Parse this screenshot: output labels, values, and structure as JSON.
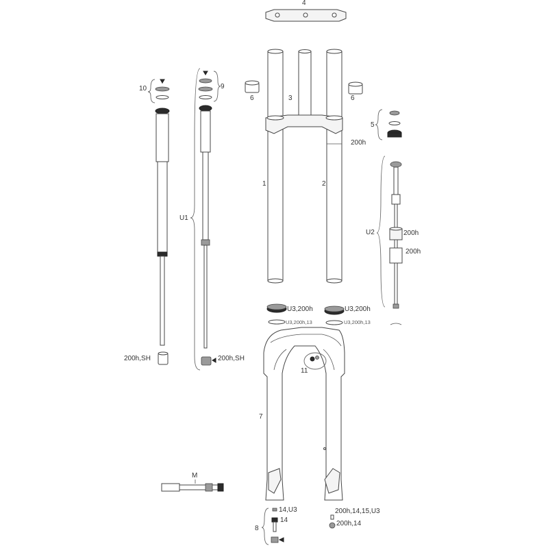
{
  "callouts": {
    "c4": "4",
    "c10": "10",
    "c9": "9",
    "c6_left": "6",
    "c6_right": "6",
    "c3": "3",
    "c5": "5",
    "c200h_crown": "200h",
    "c1": "1",
    "c2": "2",
    "cU1": "U1",
    "cU2": "U2",
    "c200h_u2a": "200h",
    "c200h_u2b": "200h",
    "cU3_left": "U3,200h",
    "cU3_right": "U3,200h",
    "cU3_13_left": "U3,200h,13",
    "cU3_13_right": "U3,200h,13",
    "c200hSH_left": "200h,SH",
    "c200hSH_right": "200h,SH",
    "c11": "11",
    "c7": "7",
    "cM": "M",
    "c8": "8",
    "c14U3": "14,U3",
    "c14": "14",
    "c200h_14_15_U3": "200h,14,15,U3",
    "c200h_14": "200h,14"
  }
}
